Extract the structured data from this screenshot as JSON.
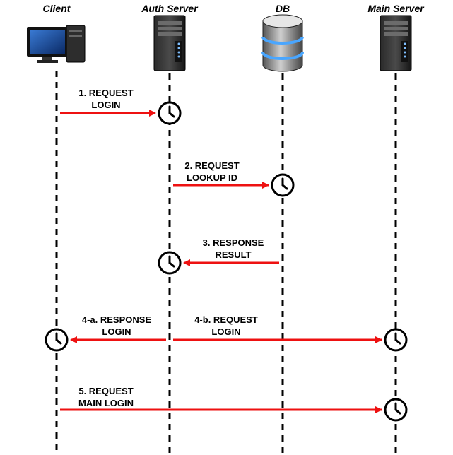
{
  "actors": {
    "client": "Client",
    "auth": "Auth Server",
    "db": "DB",
    "main": "Main Server"
  },
  "messages": {
    "m1": {
      "line1": "1. REQUEST",
      "line2": "LOGIN"
    },
    "m2": {
      "line1": "2. REQUEST",
      "line2": "LOOKUP ID"
    },
    "m3": {
      "line1": "3. RESPONSE",
      "line2": "RESULT"
    },
    "m4a": {
      "line1": "4-a. RESPONSE",
      "line2": "LOGIN"
    },
    "m4b": {
      "line1": "4-b. REQUEST",
      "line2": "LOGIN"
    },
    "m5": {
      "line1": "5. REQUEST",
      "line2": "MAIN LOGIN"
    }
  },
  "icons": {
    "client": "desktop-computer-icon",
    "auth": "server-tower-icon",
    "db": "database-icon",
    "main": "server-tower-icon",
    "activation": "clock-icon"
  },
  "colors": {
    "arrow": "#ee1111",
    "lifeline": "#000000"
  }
}
